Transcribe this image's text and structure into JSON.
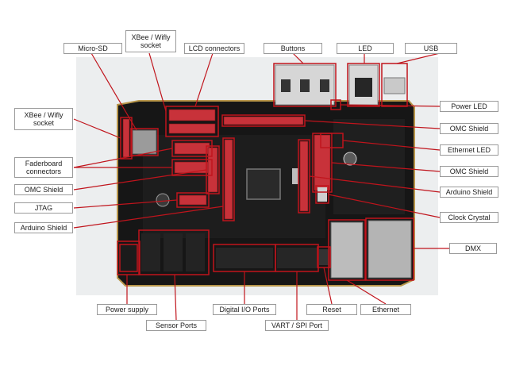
{
  "labels": {
    "micro_sd": "Micro-SD",
    "xbee_wifly_top": "XBee / Wifly\nsocket",
    "lcd_connectors": "LCD connectors",
    "buttons": "Buttons",
    "led": "LED",
    "usb": "USB",
    "xbee_wifly_left": "XBee / Wifly\nsocket",
    "faderboard_connectors": "Faderboard\nconnectors",
    "omc_shield_left": "OMC Shield",
    "jtag": "JTAG",
    "arduino_shield_left": "Arduino Shield",
    "power_led": "Power LED",
    "omc_shield_right_1": "OMC Shield",
    "ethernet_led": "Ethernet LED",
    "omc_shield_right_2": "OMC Shield",
    "arduino_shield_right": "Arduino Shield",
    "clock_crystal": "Clock Crystal",
    "dmx": "DMX",
    "power_supply": "Power supply",
    "sensor_ports": "Sensor Ports",
    "digital_io_ports": "Digital I/O Ports",
    "reset": "Reset",
    "ethernet": "Ethernet",
    "vart_spi_port": "VART / SPI Port"
  },
  "colors": {
    "highlight": "#c0141c",
    "pcb": "#151515",
    "header": "#c8323a",
    "leader": "#c0141c"
  }
}
